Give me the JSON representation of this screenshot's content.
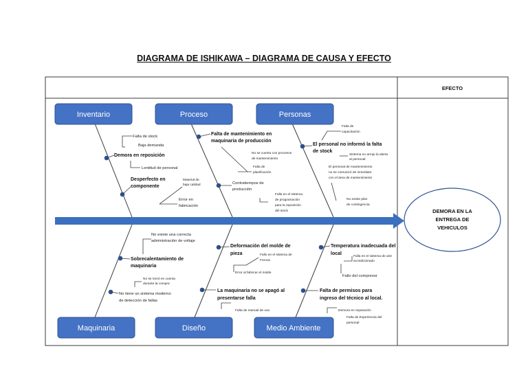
{
  "title": "DIAGRAMA DE ISHIKAWA – DIAGRAMA DE CAUSA Y EFECTO",
  "effect_header": "EFECTO",
  "effect": [
    "DEMORA EN LA",
    "ENTREGA DE",
    "VEHICULOS"
  ],
  "categories": {
    "inventario": "Inventario",
    "proceso": "Proceso",
    "personas": "Personas",
    "maquinaria": "Maquinaria",
    "diseno": "Diseño",
    "medio_ambiente": "Medio Ambiente"
  },
  "inventario": {
    "c1": "Demora en reposición",
    "c1_d1": "Falta de stock",
    "c1_d2": "Baja demanda",
    "c1_d3": "Lentitud de personal",
    "c2": [
      "Desperfecto en",
      "componente"
    ],
    "c2_d1": [
      "Material de",
      "baja calidad"
    ],
    "c2_d2": [
      "Error en",
      "fabricación"
    ]
  },
  "proceso": {
    "c1": [
      "Falta de mantenimiento en",
      "maquinaria de producción"
    ],
    "c1_d1": [
      "No se cuenta con procesos",
      "de mantenimiento"
    ],
    "c1_d2": [
      "Falta de",
      "planificación"
    ],
    "c2": [
      "Contratiempos de",
      "producción"
    ],
    "c2_d1": [
      "Falla en el sistema",
      "de programación",
      "para la reposición",
      "del stock"
    ]
  },
  "personas": {
    "c1": [
      "El personal no informó la falta",
      "de stock"
    ],
    "c1_d1": [
      "Falta de",
      "capacitación"
    ],
    "c1_d2": [
      "Sistema no arrojo la alerta",
      "al personal"
    ],
    "c1_d3": [
      "El personal de mantenimiento",
      "no se comunicó de inmediato",
      "con el área de mantenimiento"
    ],
    "c1_d4": [
      "No existe plan",
      "de contingencia"
    ]
  },
  "maquinaria": {
    "c1_d1": [
      "No existe una correcta",
      "administración de voltaje"
    ],
    "c1": [
      "Sobrecalentamiento de",
      "maquinaria"
    ],
    "c1_d2": [
      "No se tomó en cuenta",
      "durante la compra"
    ],
    "c2": [
      "No tiene un sistema moderno",
      "de detección de fallas"
    ]
  },
  "diseno": {
    "c1": [
      "Deformación del molde de",
      "pieza"
    ],
    "c1_d1": [
      "Fallo en el sistema de",
      "Frenos"
    ],
    "c1_d2": "Error al fabricar el molde",
    "c2": [
      "La maquinaria no se apagó al",
      "presentarse falla"
    ],
    "c2_d1": "Falta de manual de uso"
  },
  "medio_ambiente": {
    "c1": [
      "Temperatura inadecuada del",
      "local"
    ],
    "c1_d1": [
      "Falla en el sistema de aire",
      "acondicionado"
    ],
    "c1_d2": "Fallo del compresor",
    "c2": [
      "Falta de permisos para",
      "ingreso del técnico al local."
    ],
    "c2_d1": "Demora en reparación",
    "c2_d2": [
      "Falta de Experiencia del",
      "personal"
    ]
  }
}
